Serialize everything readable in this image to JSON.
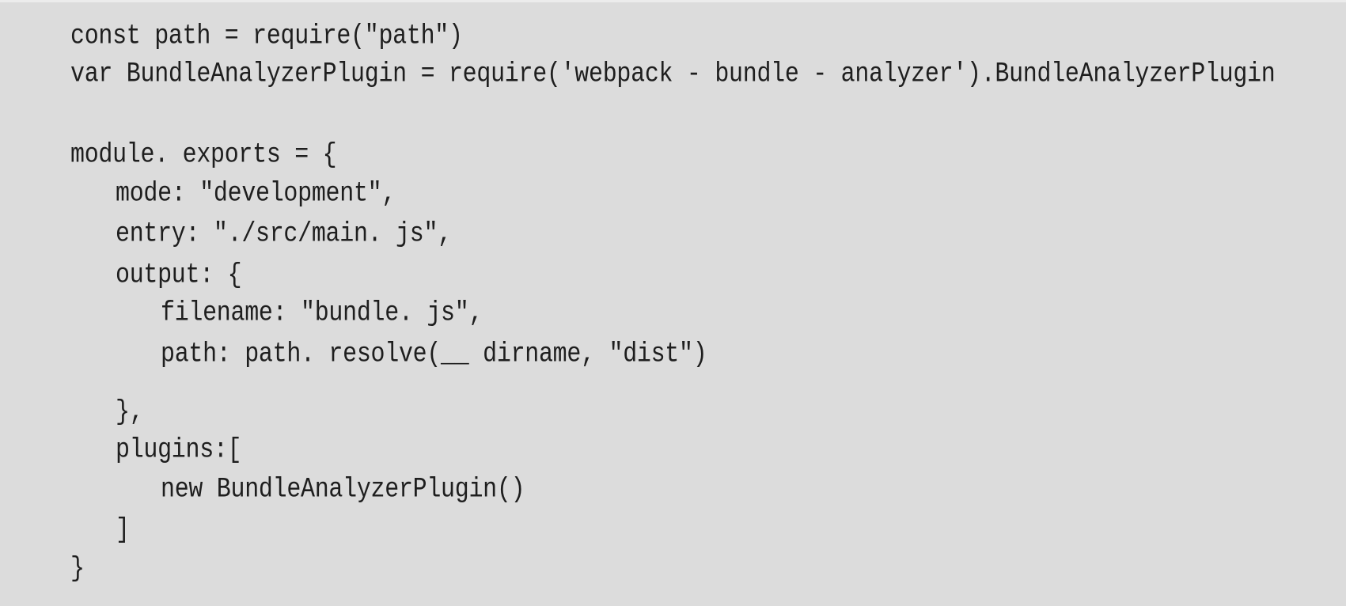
{
  "code_lines": [
    {
      "text": "const path = require(\"path\")"
    },
    {
      "text": "var BundleAnalyzerPlugin = require('webpack - bundle - analyzer').BundleAnalyzerPlugin"
    },
    {
      "text": "module. exports = {"
    },
    {
      "text": "mode: \"development\","
    },
    {
      "text": "entry: \"./src/main. js\","
    },
    {
      "text": "output: {"
    },
    {
      "text": "filename: \"bundle. js\","
    },
    {
      "text": "path: path. resolve(__ dirname, \"dist\")"
    },
    {
      "text": "},"
    },
    {
      "text": "plugins:["
    },
    {
      "text": "new BundleAnalyzerPlugin()"
    },
    {
      "text": "]"
    },
    {
      "text": "}"
    }
  ]
}
